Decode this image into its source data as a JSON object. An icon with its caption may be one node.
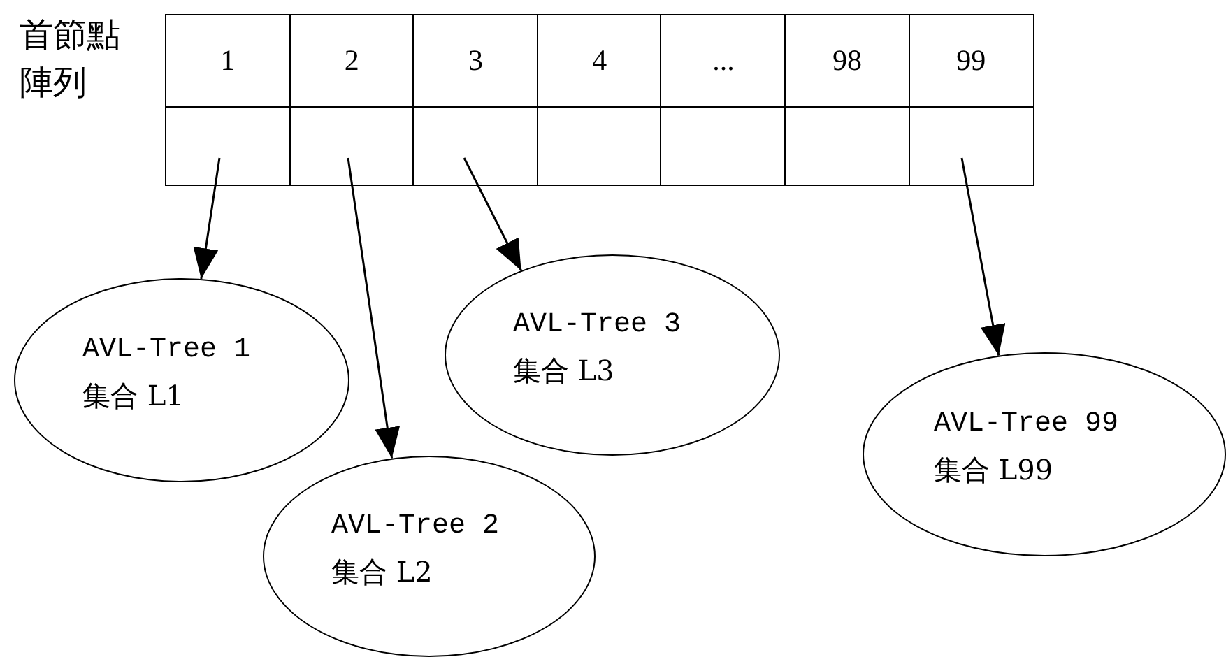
{
  "diagram": {
    "nodes": [
      {
        "text": [],
        "shape": "box"
      },
      {
        "text": [],
        "shape": "box"
      },
      {
        "text": [],
        "shape": "box"
      },
      {
        "text": [],
        "shape": "box"
      },
      {
        "text": [],
        "shape": "box"
      },
      {
        "text": [],
        "shape": "box"
      },
      {
        "text": [],
        "shape": "box"
      },
      {
        "text": [
          "AVL-Tree 1",
          "集合 L1"
        ]
      },
      {
        "text": [
          "AVL-Tree 2",
          "集合 L2"
        ]
      },
      {
        "text": [
          "AVL-Tree 3",
          "集合 L3"
        ]
      },
      {
        "text": [
          "AVL-Tree 99",
          "集合 L99"
        ]
      }
    ],
    "edges": [
      {
        "from": 0,
        "to": 7,
        "arrow": "to"
      },
      {
        "from": 1,
        "to": 8,
        "arrow": "to"
      },
      {
        "from": 2,
        "to": 9,
        "arrow": "to"
      },
      {
        "from": 6,
        "to": 10,
        "arrow": "to"
      }
    ],
    "labels": [
      "首節點陣列",
      "1",
      "2",
      "3",
      "4",
      "...",
      "98",
      "99"
    ]
  }
}
